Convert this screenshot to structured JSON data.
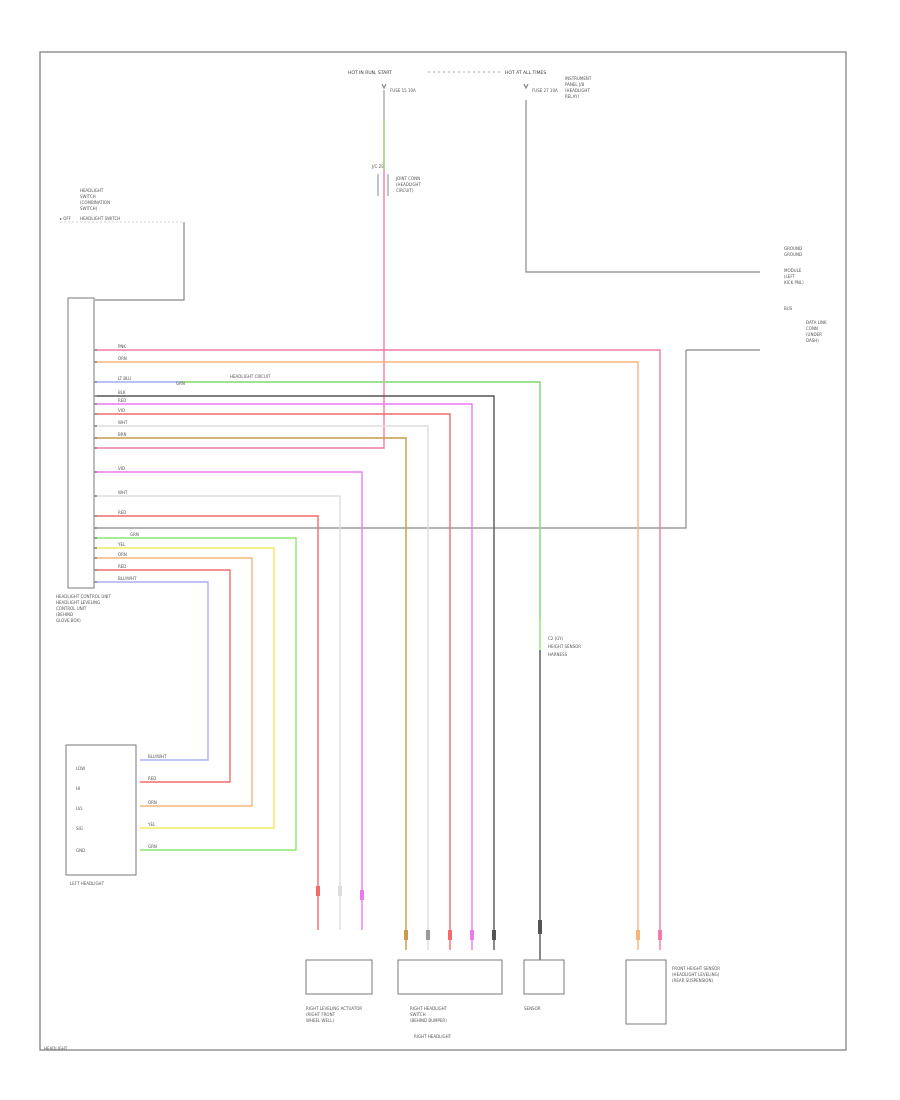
{
  "diagram": {
    "sheet_id": "HEADLIGHT",
    "colors": {
      "PNK": "#f27aa8",
      "ORN": "#f7b57a",
      "LT BLU": "#9fb0f4",
      "GRN": "#8fe56f",
      "BLK": "#555555",
      "RED": "#f26b6b",
      "VIO": "#ea7af0",
      "WHT": "#dddddd",
      "BRN": "#c89a4a",
      "YEL": "#f4ea5f",
      "LT GRN": "#b8f08a",
      "BLU/WHT": "#aab0f2",
      "GRY": "#999999"
    },
    "labels": {
      "top_left": "HOT IN RUN, START",
      "top_right": "HOT AT ALL TIMES",
      "fuse_a": "FUSE 15 10A",
      "fuse_b": "FUSE 27 10A",
      "control_switch": "HEADLIGHT SWITCH",
      "junction": "JOINT CONN",
      "main_unit": "HEADLIGHT CONTROL UNIT",
      "left_unit": "LEFT HEADLIGHT",
      "right_level": "RIGHT LEVELING ACTUATOR",
      "right_unit": "RIGHT HEADLIGHT",
      "sensor": "SENSOR",
      "right_module": "FRONT HEIGHT SENSOR",
      "ground_right_1": "GROUND",
      "ground_right_2": "BUS",
      "data_link": "DATA LINK",
      "wire_pnk": "PNK",
      "wire_orn": "ORN",
      "wire_blu": "LT BLU",
      "wire_grn": "GRN",
      "wire_blk": "BLK",
      "wire_red": "RED",
      "wire_vio": "VIO",
      "wire_wht": "WHT",
      "wire_brn": "BRN",
      "wire_yel": "YEL"
    }
  }
}
